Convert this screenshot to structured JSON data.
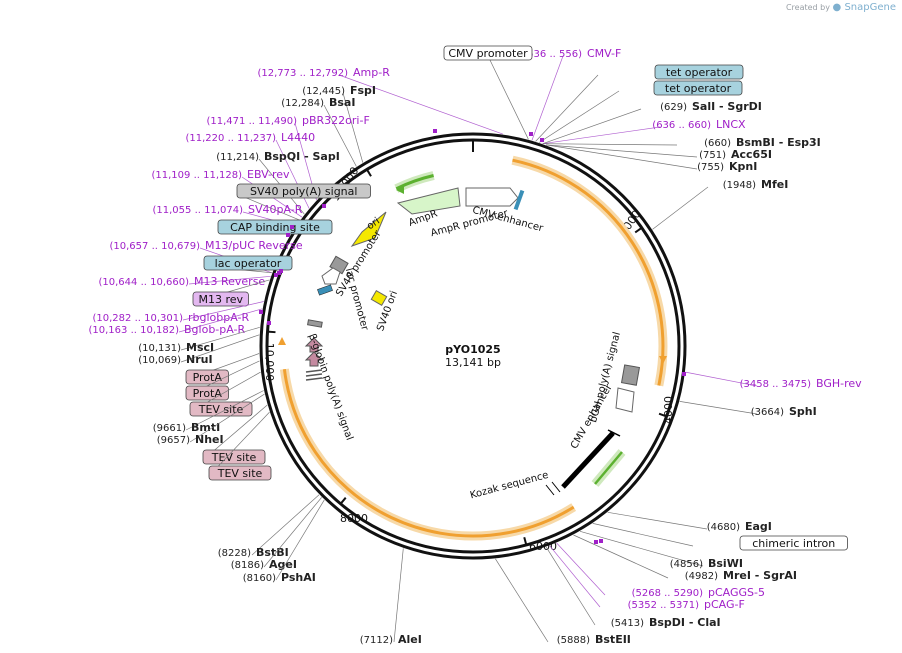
{
  "credit": {
    "prefix": "Created by",
    "brand": "SnapGene"
  },
  "plasmid": {
    "name": "pYO1025",
    "size": "13,141 bp"
  },
  "ticks": [
    "2000",
    "4000",
    "6000",
    "8000",
    "10,000",
    "12,000"
  ],
  "colors": {
    "site": "#222222",
    "primer": "#a020c8",
    "gray_box": "#c8c8c8",
    "blue_box": "#a7d2de",
    "pink_box": "#e2b9c4",
    "m13_box": "#e3b8f0",
    "orange": "#f0a030",
    "green": "#5cb130",
    "yellow": "#f4e800"
  },
  "labels": [
    {
      "pos": "(12,773 .. 12,792)",
      "name": "Amp-R",
      "kind": "primer"
    },
    {
      "pos": "(12,445)",
      "name": "FspI",
      "kind": "site"
    },
    {
      "pos": "(12,284)",
      "name": "BsaI",
      "kind": "site"
    },
    {
      "pos": "(11,471 .. 11,490)",
      "name": "pBR322ori-F",
      "kind": "primer"
    },
    {
      "pos": "(11,220 .. 11,237)",
      "name": "L4440",
      "kind": "primer"
    },
    {
      "pos": "(11,214)",
      "name": "BspQI - SapI",
      "kind": "site"
    },
    {
      "pos": "(11,109 .. 11,128)",
      "name": "EBV-rev",
      "kind": "primer"
    },
    {
      "pos": "",
      "name": "SV40 poly(A) signal",
      "kind": "gray"
    },
    {
      "pos": "(11,055 .. 11,074)",
      "name": "SV40pA-R",
      "kind": "primer"
    },
    {
      "pos": "",
      "name": "CAP binding site",
      "kind": "blue"
    },
    {
      "pos": "(10,657 .. 10,679)",
      "name": "M13/pUC Reverse",
      "kind": "primer"
    },
    {
      "pos": "",
      "name": "lac operator",
      "kind": "blue"
    },
    {
      "pos": "(10,644 .. 10,660)",
      "name": "M13 Reverse",
      "kind": "primer"
    },
    {
      "pos": "",
      "name": "M13 rev",
      "kind": "m13"
    },
    {
      "pos": "(10,282 .. 10,301)",
      "name": "rbglobpA-R",
      "kind": "primer"
    },
    {
      "pos": "(10,163 .. 10,182)",
      "name": "Bglob-pA-R",
      "kind": "primer"
    },
    {
      "pos": "(10,131)",
      "name": "MscI",
      "kind": "site"
    },
    {
      "pos": "(10,069)",
      "name": "NruI",
      "kind": "site"
    },
    {
      "pos": "",
      "name": "ProtA",
      "kind": "pink"
    },
    {
      "pos": "",
      "name": "ProtA",
      "kind": "pink"
    },
    {
      "pos": "",
      "name": "TEV site",
      "kind": "pink"
    },
    {
      "pos": "(9661)",
      "name": "BmtI",
      "kind": "site"
    },
    {
      "pos": "(9657)",
      "name": "NheI",
      "kind": "site"
    },
    {
      "pos": "",
      "name": "TEV site",
      "kind": "pink"
    },
    {
      "pos": "",
      "name": "TEV site",
      "kind": "pink"
    },
    {
      "pos": "(8228)",
      "name": "BstBI",
      "kind": "site"
    },
    {
      "pos": "(8186)",
      "name": "AgeI",
      "kind": "site"
    },
    {
      "pos": "(8160)",
      "name": "PshAI",
      "kind": "site"
    },
    {
      "pos": "(7112)",
      "name": "AleI",
      "kind": "site"
    },
    {
      "pos": "(5888)",
      "name": "BstEII",
      "kind": "site"
    },
    {
      "pos": "(5413)",
      "name": "BspDI - ClaI",
      "kind": "site"
    },
    {
      "pos": "(5352 .. 5371)",
      "name": "pCAG-F",
      "kind": "primer"
    },
    {
      "pos": "(5268 .. 5290)",
      "name": "pCAGGS-5",
      "kind": "primer"
    },
    {
      "pos": "(4982)",
      "name": "MreI - SgrAI",
      "kind": "site"
    },
    {
      "pos": "(4856)",
      "name": "BsiWI",
      "kind": "site"
    },
    {
      "pos": "",
      "name": "chimeric intron",
      "kind": "white"
    },
    {
      "pos": "(4680)",
      "name": "EagI",
      "kind": "site"
    },
    {
      "pos": "(3664)",
      "name": "SphI",
      "kind": "site"
    },
    {
      "pos": "(3458 .. 3475)",
      "name": "BGH-rev",
      "kind": "primer"
    },
    {
      "pos": "(1948)",
      "name": "MfeI",
      "kind": "site"
    },
    {
      "pos": "(755)",
      "name": "KpnI",
      "kind": "site"
    },
    {
      "pos": "(751)",
      "name": "Acc65I",
      "kind": "site"
    },
    {
      "pos": "(660)",
      "name": "BsmBI - Esp3I",
      "kind": "site"
    },
    {
      "pos": "(636 .. 660)",
      "name": "LNCX",
      "kind": "primer"
    },
    {
      "pos": "(629)",
      "name": "SalI - SgrDI",
      "kind": "site"
    },
    {
      "pos": "",
      "name": "tet operator",
      "kind": "blue"
    },
    {
      "pos": "",
      "name": "tet operator",
      "kind": "blue"
    },
    {
      "pos": "(536 .. 556)",
      "name": "CMV-F",
      "kind": "primer"
    },
    {
      "pos": "",
      "name": "CMV promoter",
      "kind": "white"
    }
  ],
  "inner_labels": [
    "ori",
    "AmpR",
    "AmpR promoter",
    "CMV enhancer",
    "SV40 promoter",
    "lac promoter",
    "SV40 ori",
    "β-globin poly(A) signal",
    "bGH poly(A) signal",
    "CMV enhancer",
    "Kozak sequence"
  ]
}
